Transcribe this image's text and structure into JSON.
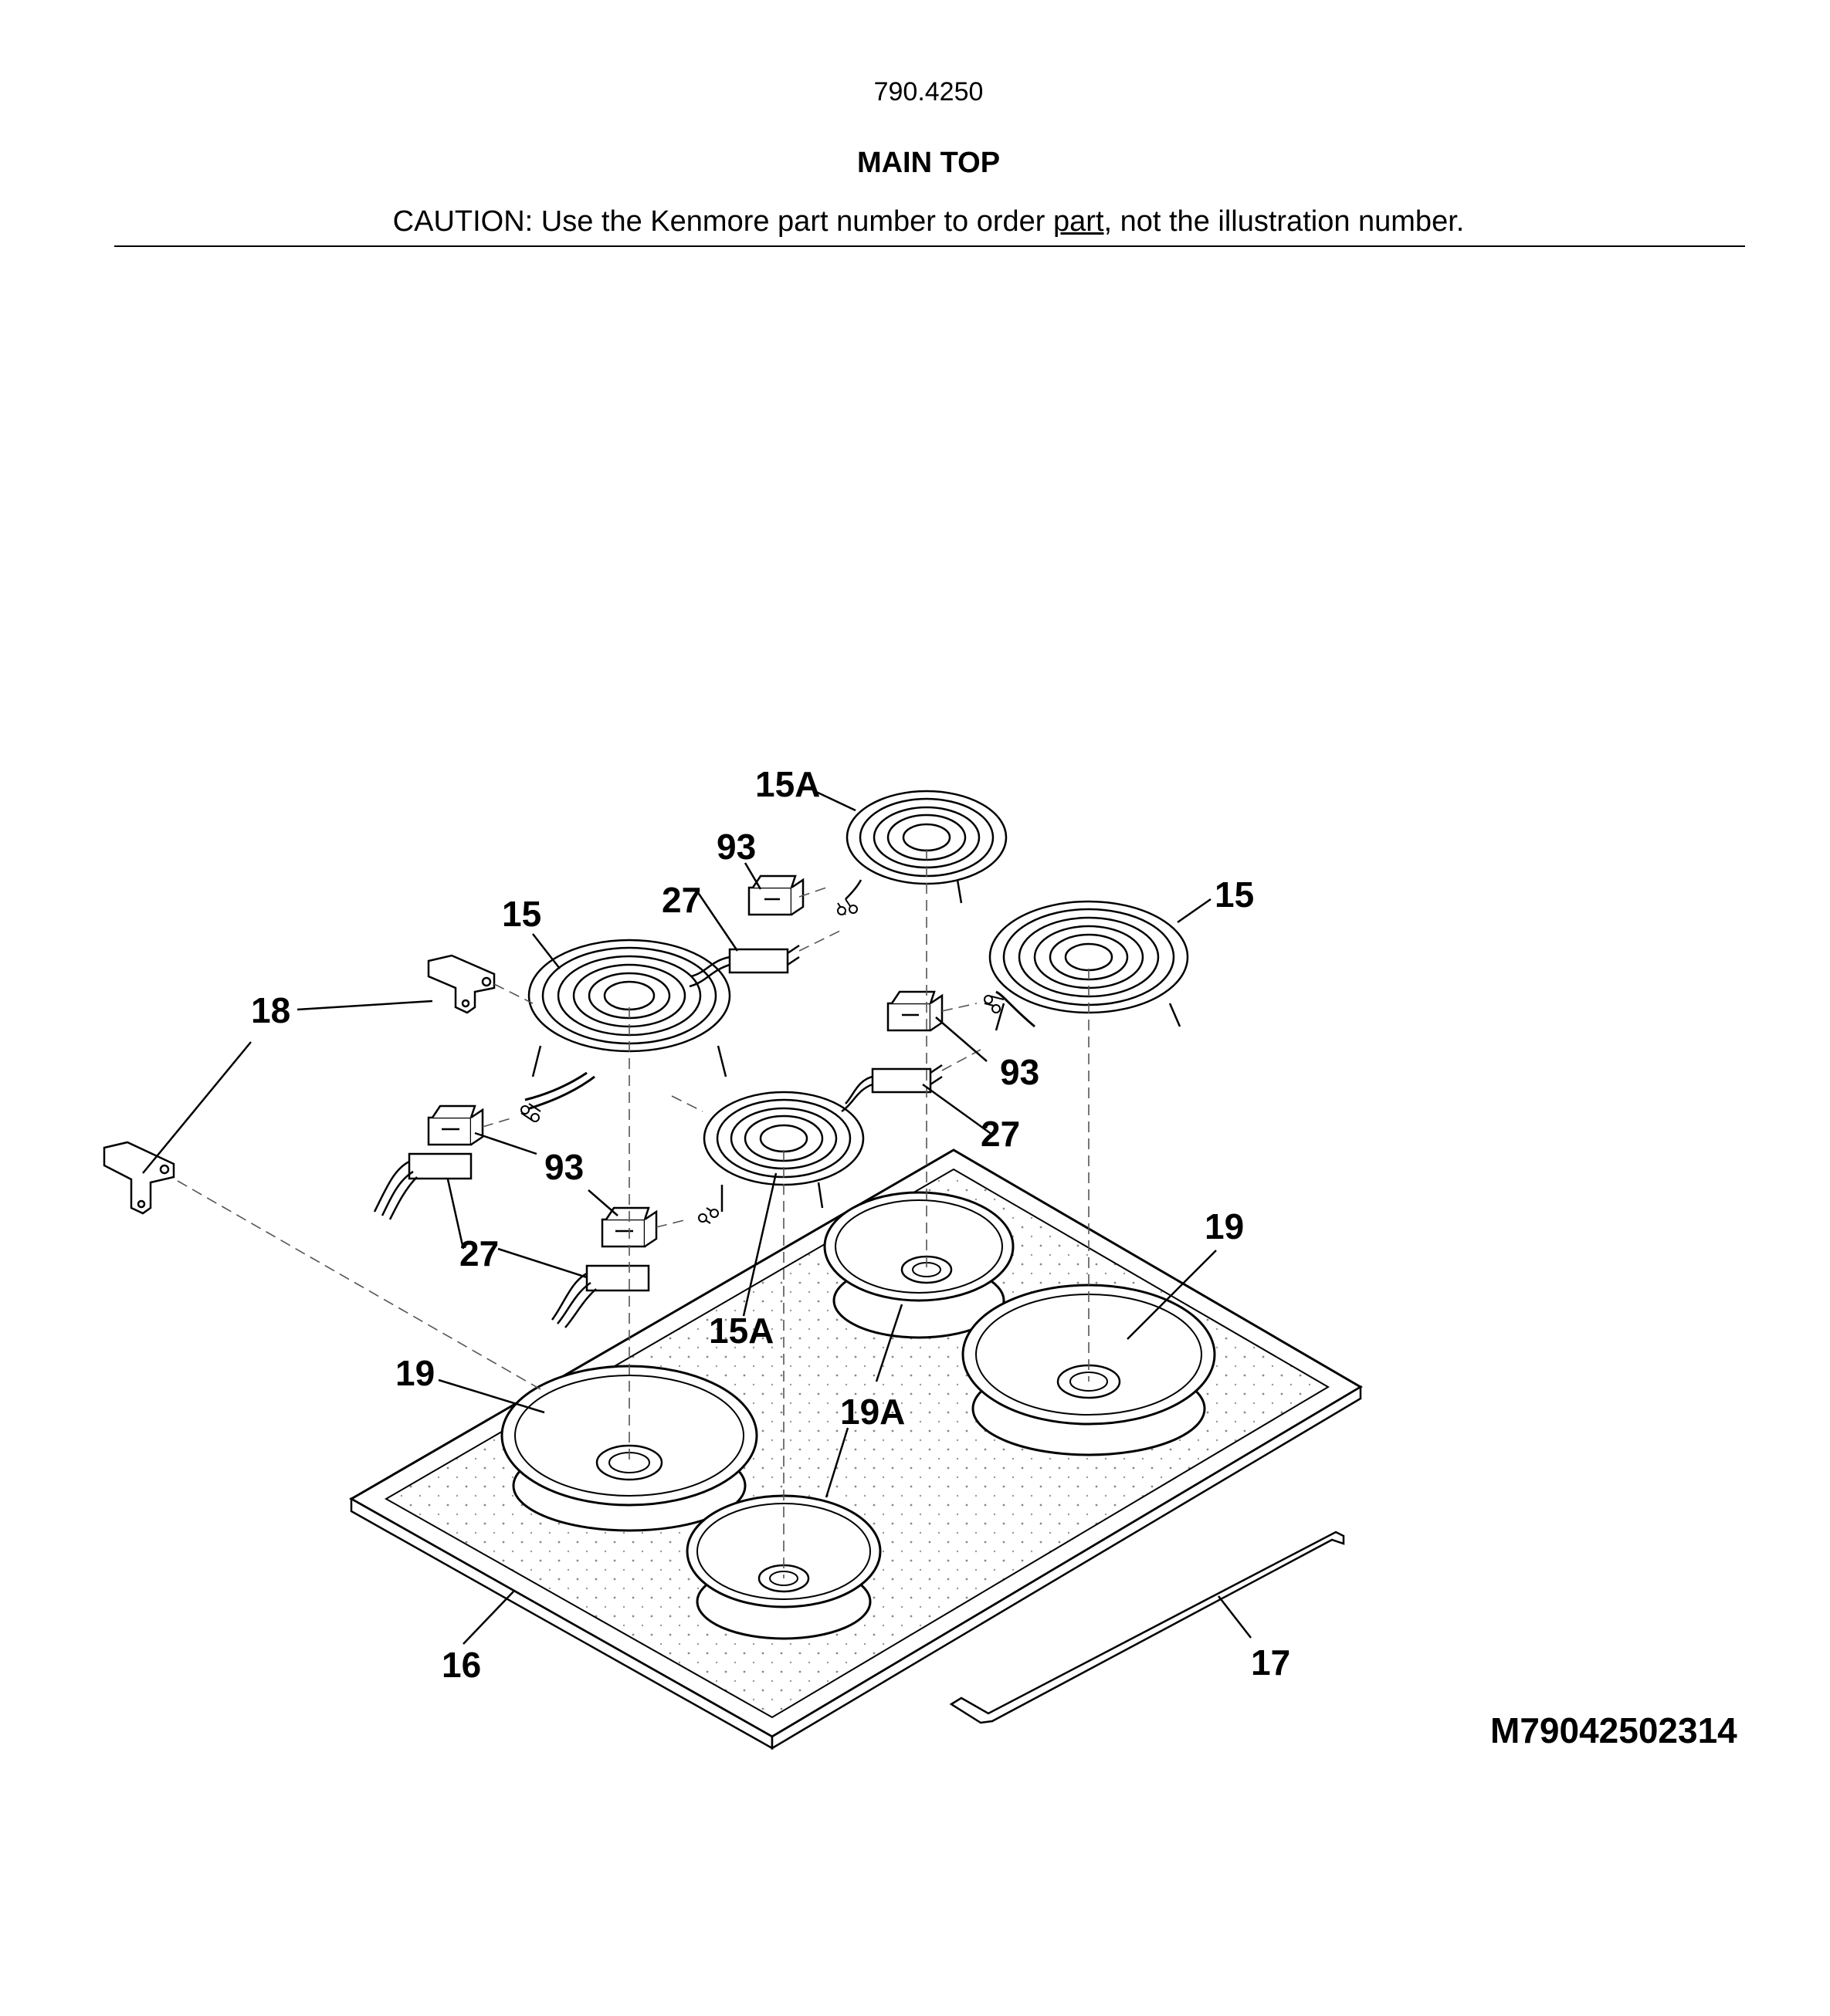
{
  "header": {
    "model": "790.4250",
    "title": "MAIN TOP",
    "caution_before": "CAUTION: Use the Kenmore part number to order ",
    "caution_link": "part",
    "caution_after": ", not the illustration number."
  },
  "callouts": {
    "c15a_top": "15A",
    "c93_top": "93",
    "c27_top": "27",
    "c15_left": "15",
    "c15_right": "15",
    "c18": "18",
    "c93_right": "93",
    "c27_right": "27",
    "c93_left": "93",
    "c27_left": "27",
    "c19_right": "19",
    "c15a_bottom": "15A",
    "c19_left": "19",
    "c19a": "19A",
    "c16": "16",
    "c17": "17"
  },
  "footer": {
    "diagram_code": "M79042502314"
  }
}
